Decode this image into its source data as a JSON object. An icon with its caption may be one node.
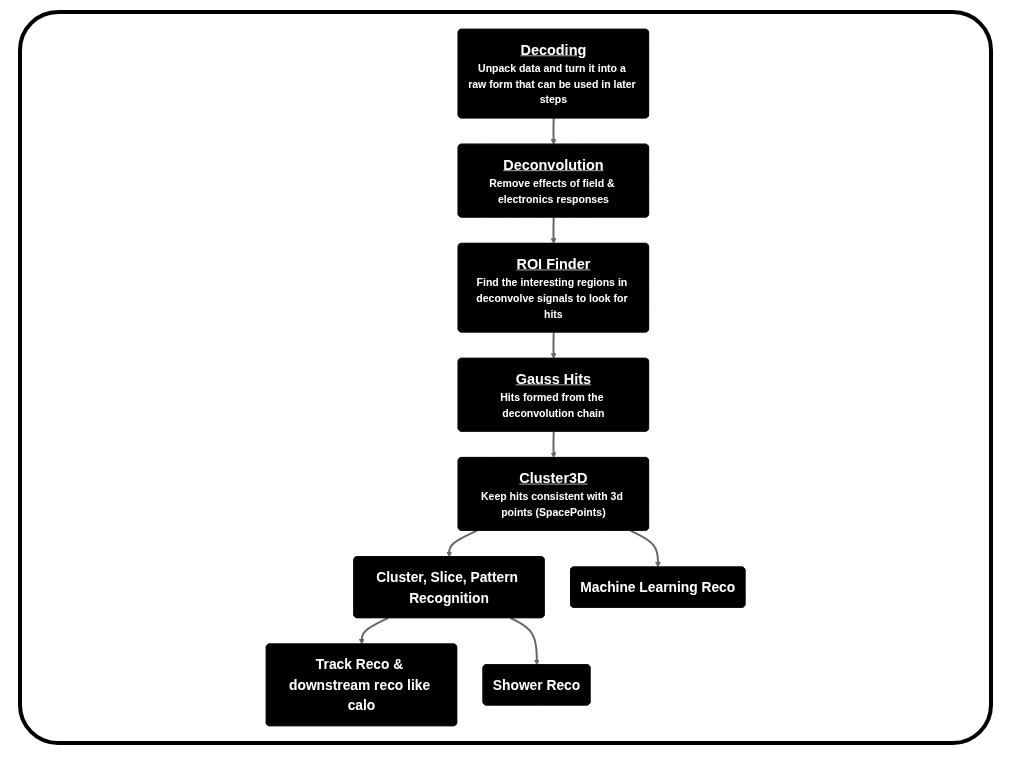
{
  "diagram": {
    "nodes": [
      {
        "text": [
          "Decoding",
          "Unpack data and turn it into a raw form that can be used in later steps"
        ]
      },
      {
        "text": [
          "Deconvolution",
          "Remove effects of field & electronics responses"
        ]
      },
      {
        "text": [
          "ROI Finder",
          "Find the interesting regions in deconvolve signals to look for hits"
        ]
      },
      {
        "text": [
          "Cluster3D",
          "Keep hits consistent with 3d points (SpacePoints)"
        ]
      },
      {
        "text": [
          "Gauss Hits",
          "Hits formed from the deconvolution chain"
        ]
      },
      {
        "text": [
          "Cluster, Slice, Pattern Recognition"
        ]
      },
      {
        "text": [
          "Machine Learning Reco"
        ]
      },
      {
        "text": [
          "Track Reco & downstream reco like calo"
        ]
      },
      {
        "text": [
          "Shower Reco"
        ]
      }
    ],
    "edges": [
      {
        "from": 0,
        "to": 1,
        "arrow": "to"
      },
      {
        "from": 1,
        "to": 2,
        "arrow": "to"
      },
      {
        "from": 2,
        "to": 4,
        "arrow": "to"
      },
      {
        "from": 4,
        "to": 3,
        "arrow": "to"
      },
      {
        "from": 3,
        "to": 5,
        "arrow": "to"
      },
      {
        "from": 3,
        "to": 6,
        "arrow": "to"
      },
      {
        "from": 5,
        "to": 7,
        "arrow": "to"
      },
      {
        "from": 5,
        "to": 8,
        "arrow": "to"
      }
    ]
  }
}
